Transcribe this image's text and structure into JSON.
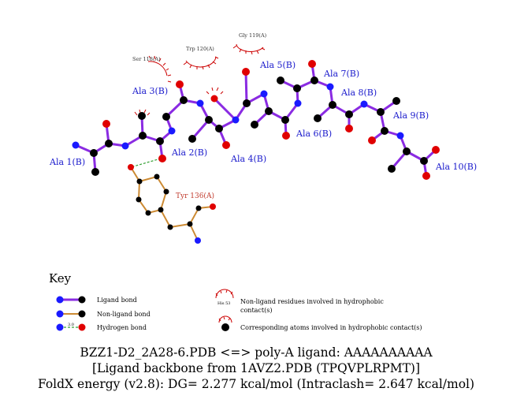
{
  "ligand_residues": [
    "Ala 1(B)",
    "Ala 2(B)",
    "Ala 3(B)",
    "Ala 4(B)",
    "Ala 5(B)",
    "Ala 6(B)",
    "Ala 7(B)",
    "Ala 8(B)",
    "Ala 9(B)",
    "Ala 10(B)"
  ],
  "hydrophobic_residues": [
    "Ser 118(A)",
    "Trp 120(A)",
    "Gly 119(A)"
  ],
  "hbond_residue": "Tyr 136(A)",
  "key": {
    "title": "Key",
    "ligand_bond": "Ligand bond",
    "nonligand_bond": "Non-ligand bond",
    "hydrogen_bond": "Hydrogen bond",
    "hbond_length": "3.0",
    "example_residue": "His 53",
    "nonligand_residues_line1": "Non-ligand residues involved in hydrophobic",
    "nonligand_residues_line2": "contact(s)",
    "corresponding_atoms": "Corresponding atoms involved in hydrophobic contact(s)"
  },
  "caption": {
    "line1": "BZZ1-D2_2A28-6.PDB <=> poly-A ligand: AAAAAAAAAA",
    "line2": "[Ligand backbone from 1AVZ2.PDB (TPQVPLRPMT)]",
    "line3": "FoldX energy (v2.8): DG= 2.277 kcal/mol (Intraclash= 2.647 kcal/mol)"
  },
  "colors": {
    "ligand_bond": "#8a2be2",
    "nonligand_bond": "#cc8a33",
    "hbond": "#33a033",
    "carbon": "#000000",
    "nitrogen": "#1a1aff",
    "oxygen": "#e00000",
    "hydrophobic_arc": "#cc0000",
    "ligand_label": "#1a1acc",
    "residue_label": "#c0392b"
  }
}
